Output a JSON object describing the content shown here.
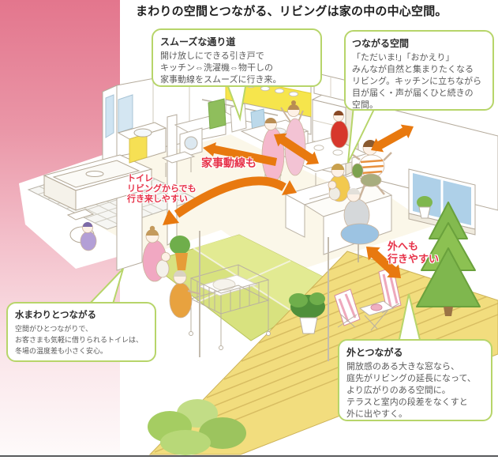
{
  "page": {
    "title": "まわりの空間とつながる、リビングは家の中の中心空間。"
  },
  "callouts": {
    "smooth_passage": {
      "heading": "スムーズな通り道",
      "body": "開け放しにできる引き戸で\nキッチン⇔洗濯機⇔物干しの\n家事動線をスムーズに行き来。"
    },
    "connected_space": {
      "heading": "つながる空間",
      "body": "「ただいま!」「おかえり」\nみんなが自然と集まりたくなる\nリビング。キッチンに立ちながら\n目が届く・声が届くひと続きの\n空間。"
    },
    "water_area": {
      "heading": "水まわりとつながる",
      "body": "空間がひとつながりで、\nお客さまも気軽に借りられるトイレは、\n冬場の温度差も小さく安心。"
    },
    "outdoor": {
      "heading": "外とつながる",
      "body": "開放感のある大きな窓なら、\n庭先がリビングの延長になって、\nより広がりのある空間に。\nテラスと室内の段差をなくすと\n外に出やすく。"
    }
  },
  "flow_labels": {
    "housework": "家事動線も",
    "toilet": "トイレ\nリビングからでも\n行き来しやすい",
    "outdoor": "外へも\n行きやすい"
  },
  "colors": {
    "arrow_orange": "#e8790f",
    "callout_green": "#b7d56a",
    "label_red": "#e73249",
    "band_pink": "#e3768d"
  }
}
